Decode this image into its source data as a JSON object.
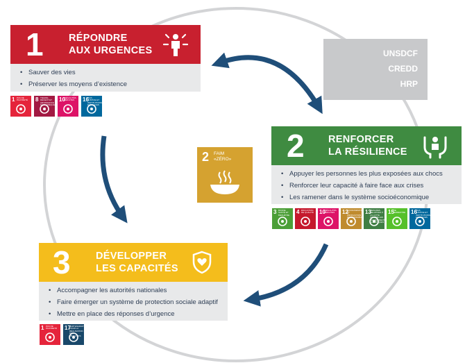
{
  "steps": [
    {
      "number": "1",
      "title_line1": "RÉPONDRE",
      "title_line2": "AUX URGENCES",
      "color": "#c8202f",
      "bullets": [
        "Sauver des vies",
        "Préserver les moyens d’existence"
      ],
      "icon": "person-alert-icon",
      "sdgs": [
        {
          "num": "1",
          "label": "PAS DE PAUVRETÉ",
          "color": "#e5243b"
        },
        {
          "num": "8",
          "label": "TRAVAIL DÉCENT ET CROISSANCE ÉCONOMIQUE",
          "color": "#a21942"
        },
        {
          "num": "10",
          "label": "INÉGALITÉS RÉDUITES",
          "color": "#dd1367"
        },
        {
          "num": "16",
          "label": "PAIX, JUSTICE ET INSTITUTIONS EFFICACES",
          "color": "#00689d"
        }
      ]
    },
    {
      "number": "2",
      "title_line1": "RENFORCER",
      "title_line2": "LA RÉSILIENCE",
      "color": "#3f8b41",
      "bullets": [
        "Appuyer les personnes les plus exposées aux chocs",
        "Renforcer leur capacité à faire face aux crises",
        "Les ramener dans le système socioéconomique"
      ],
      "icon": "hands-person-icon",
      "sdgs": [
        {
          "num": "3",
          "label": "BONNE SANTÉ ET BIEN-ÊTRE",
          "color": "#4c9f38"
        },
        {
          "num": "4",
          "label": "ÉDUCATION DE QUALITÉ",
          "color": "#c5192d"
        },
        {
          "num": "10",
          "label": "INÉGALITÉS RÉDUITES",
          "color": "#dd1367"
        },
        {
          "num": "12",
          "label": "CONSOMMATION ET PRODUCTION RESPONSABLES",
          "color": "#bf8b2e"
        },
        {
          "num": "13",
          "label": "MESURES RELATIVES À LA LUTTE CONTRE LES CHANGEMENTS CLIMATIQUES",
          "color": "#3f7e44"
        },
        {
          "num": "15",
          "label": "VIE TERRESTRE",
          "color": "#56c02b"
        },
        {
          "num": "16",
          "label": "PAIX, JUSTICE ET INSTITUTIONS EFFICACES",
          "color": "#00689d"
        }
      ]
    },
    {
      "number": "3",
      "title_line1": "DÉVELOPPER",
      "title_line2": "LES CAPACITÉS",
      "color": "#f4bd1c",
      "bullets": [
        "Accompagner les autorités nationales",
        "Faire émerger un système de protection sociale adaptif",
        "Mettre en place des réponses d’urgence"
      ],
      "icon": "shield-heart-icon",
      "sdgs": [
        {
          "num": "1",
          "label": "PAS DE PAUVRETÉ",
          "color": "#e5243b"
        },
        {
          "num": "17",
          "label": "PARTENARIATS POUR LA RÉALISATION DES OBJECTIFS",
          "color": "#19486a"
        }
      ]
    }
  ],
  "center_sdg": {
    "num": "2",
    "label_line1": "FAIM",
    "label_line2": "«ZÉRO»",
    "color": "#d5a230",
    "icon": "bowl-icon"
  },
  "side_labels": [
    "UNSDCF",
    "CREDD",
    "HRP"
  ],
  "colors": {
    "arrow": "#1f4e79",
    "ring": "#d3d4d6",
    "body_bg": "#e8e9ea",
    "text": "#2e3e55"
  }
}
